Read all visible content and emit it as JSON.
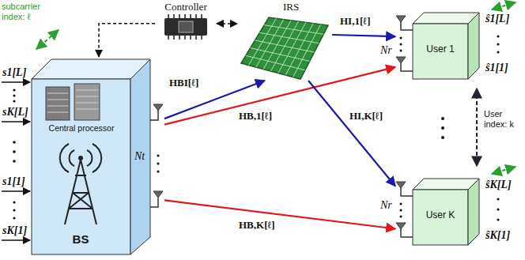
{
  "diagram": {
    "nodes": [
      {
        "text": [
          "Central processor",
          "BS"
        ]
      },
      {
        "text": [
          "Controller"
        ]
      },
      {
        "text": [
          "IRS"
        ]
      },
      {
        "text": [
          "User 1"
        ]
      },
      {
        "text": [
          "User K"
        ]
      }
    ],
    "edges": [
      {
        "from": 1,
        "to": 0,
        "arrow": "to"
      },
      {
        "from": 1,
        "to": 2,
        "arrow": "both"
      },
      {
        "from": 0,
        "to": 2,
        "arrow": "to",
        "label": "HBI[ℓ]"
      },
      {
        "from": 0,
        "to": 3,
        "arrow": "to",
        "label": "HB,1[ℓ]"
      },
      {
        "from": 0,
        "to": 4,
        "arrow": "to",
        "label": "HB,K[ℓ]"
      },
      {
        "from": 2,
        "to": 3,
        "arrow": "to",
        "label": "HI,1[ℓ]"
      },
      {
        "from": 2,
        "to": 4,
        "arrow": "to",
        "label": "HI,K[ℓ]"
      }
    ],
    "labels": [
      "subcarrier index: ℓ",
      "s1[L]",
      "sK[L]",
      "s1[1]",
      "sK[1]",
      "Nt",
      "Nr",
      "ŝ1[L]",
      "ŝ1[1]",
      "User index: k",
      "Nr",
      "ŝK[L]",
      "ŝK[1]"
    ]
  }
}
